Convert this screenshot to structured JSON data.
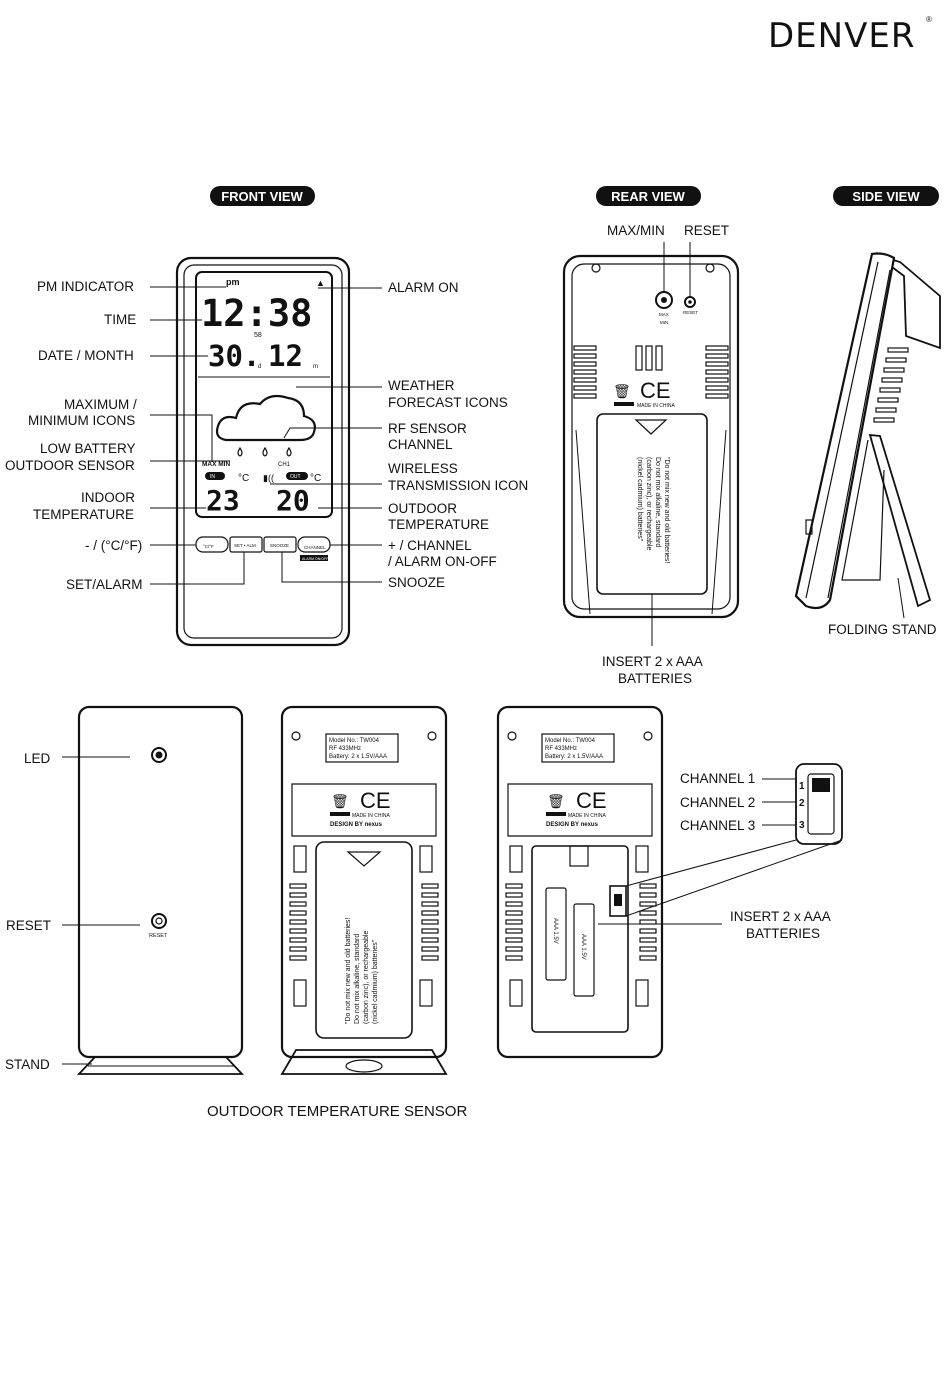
{
  "brand": "DENVER",
  "views": {
    "front": "FRONT VIEW",
    "rear": "REAR VIEW",
    "side": "SIDE VIEW"
  },
  "front_labels_left": [
    "PM INDICATOR",
    "TIME",
    "DATE / MONTH",
    "MAXIMUM /",
    "MINIMUM ICONS",
    "LOW BATTERY",
    "OUTDOOR SENSOR",
    "INDOOR",
    "TEMPERATURE",
    "- / (°C/°F)",
    "SET/ALARM"
  ],
  "front_labels_right": [
    "ALARM ON",
    "WEATHER",
    "FORECAST ICONS",
    "RF SENSOR",
    "CHANNEL",
    "WIRELESS",
    "TRANSMISSION ICON",
    "OUTDOOR",
    "TEMPERATURE",
    "+ / CHANNEL",
    "/ ALARM ON-OFF",
    "SNOOZE"
  ],
  "display": {
    "pm": "pm",
    "time": "12:38",
    "seconds": "58",
    "date": "30.",
    "month": "12",
    "d_marker": "d",
    "m_marker": "m",
    "maxmin": "MAX MIN",
    "in_tag": "IN",
    "out_tag": "OUT",
    "ch": "CH1",
    "unit": "°C",
    "indoor": "23",
    "outdoor": "20"
  },
  "buttons": {
    "b1": "°C/°F",
    "b2": "SET • ALM",
    "b3": "SNOOZE",
    "b4": "CHANNEL",
    "b4_sub": "ALARM ON/OFF"
  },
  "rear": {
    "maxmin_label": "MAX/MIN",
    "reset_label": "RESET",
    "max_small": "MAX",
    "min_small": "MIN",
    "reset_small": "RESET",
    "ce": "CE",
    "made": "MADE IN CHINA",
    "battery_note": [
      "\"Do not mix new and old batteries!",
      "Do not mix alkaline, standard",
      "(carbon zinc), or rechargeable",
      "(nickel cadmium) batteries\""
    ],
    "insert": [
      "INSERT 2 x AAA",
      "BATTERIES"
    ]
  },
  "side": {
    "stand": "FOLDING STAND"
  },
  "sensor": {
    "labels": [
      "LED",
      "RESET",
      "STAND"
    ],
    "reset_small": "RESET",
    "caption": "OUTDOOR TEMPERATURE SENSOR",
    "plate": [
      "Model No.: TW004",
      "RF 433MHz",
      "Battery: 2 x 1.5V/AAA"
    ],
    "ce": "CE",
    "made": "MADE IN CHINA",
    "design": "DESIGN BY nexus",
    "battery_note": [
      "\"Do not mix new and old batteries!",
      "Do not mix alkaline, standard",
      "(carbon zinc), or rechargeable",
      "(nickel cadmium) batteries\""
    ],
    "cell": "AAA 1.5V",
    "channels": [
      "CHANNEL 1",
      "CHANNEL 2",
      "CHANNEL 3"
    ],
    "channel_nums": [
      "1",
      "2",
      "3"
    ],
    "insert": [
      "INSERT 2 x AAA",
      "BATTERIES"
    ]
  }
}
